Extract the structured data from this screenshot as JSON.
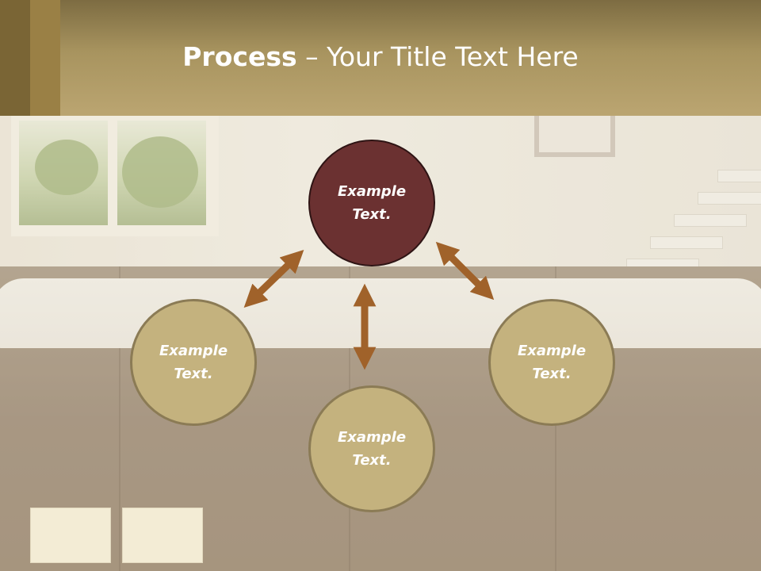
{
  "slide": {
    "title_bold": "Process",
    "title_rest": " – Your Title Text Here"
  },
  "diagram": {
    "center": {
      "label": "Example\nText.",
      "line1": "Example",
      "line2": "Text."
    },
    "left": {
      "line1": "Example",
      "line2": "Text."
    },
    "right": {
      "line1": "Example",
      "line2": "Text."
    },
    "bottom": {
      "line1": "Example",
      "line2": "Text."
    }
  },
  "colors": {
    "header": "#b09c66",
    "center_node": "#6b3131",
    "outer_node": "#c4b27e",
    "arrow": "#a0622a"
  },
  "icons": [
    "double-arrow-icon"
  ]
}
